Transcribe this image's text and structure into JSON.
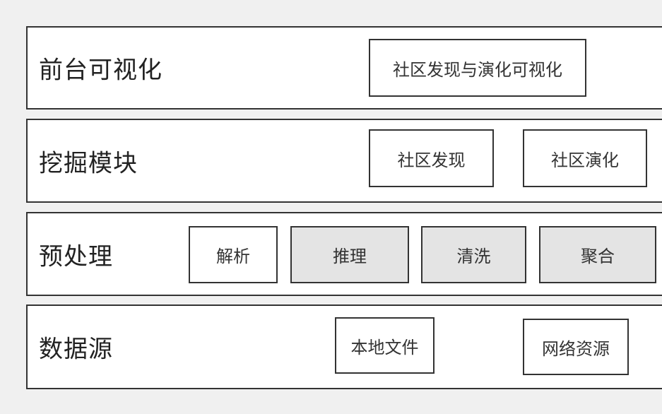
{
  "layers": {
    "frontend": {
      "title": "前台可视化",
      "boxes": [
        "社区发现与演化可视化"
      ]
    },
    "mining": {
      "title": "挖掘模块",
      "boxes": [
        "社区发现",
        "社区演化"
      ]
    },
    "preprocess": {
      "title": "预处理",
      "boxes": [
        "解析",
        "推理",
        "清洗",
        "聚合"
      ]
    },
    "datasource": {
      "title": "数据源",
      "boxes": [
        "本地文件",
        "网络资源"
      ]
    }
  },
  "colors": {
    "background": "#f0f0f0",
    "layer_fill": "#ffffff",
    "border": "#333333",
    "gray_box": "#e4e4e4"
  }
}
